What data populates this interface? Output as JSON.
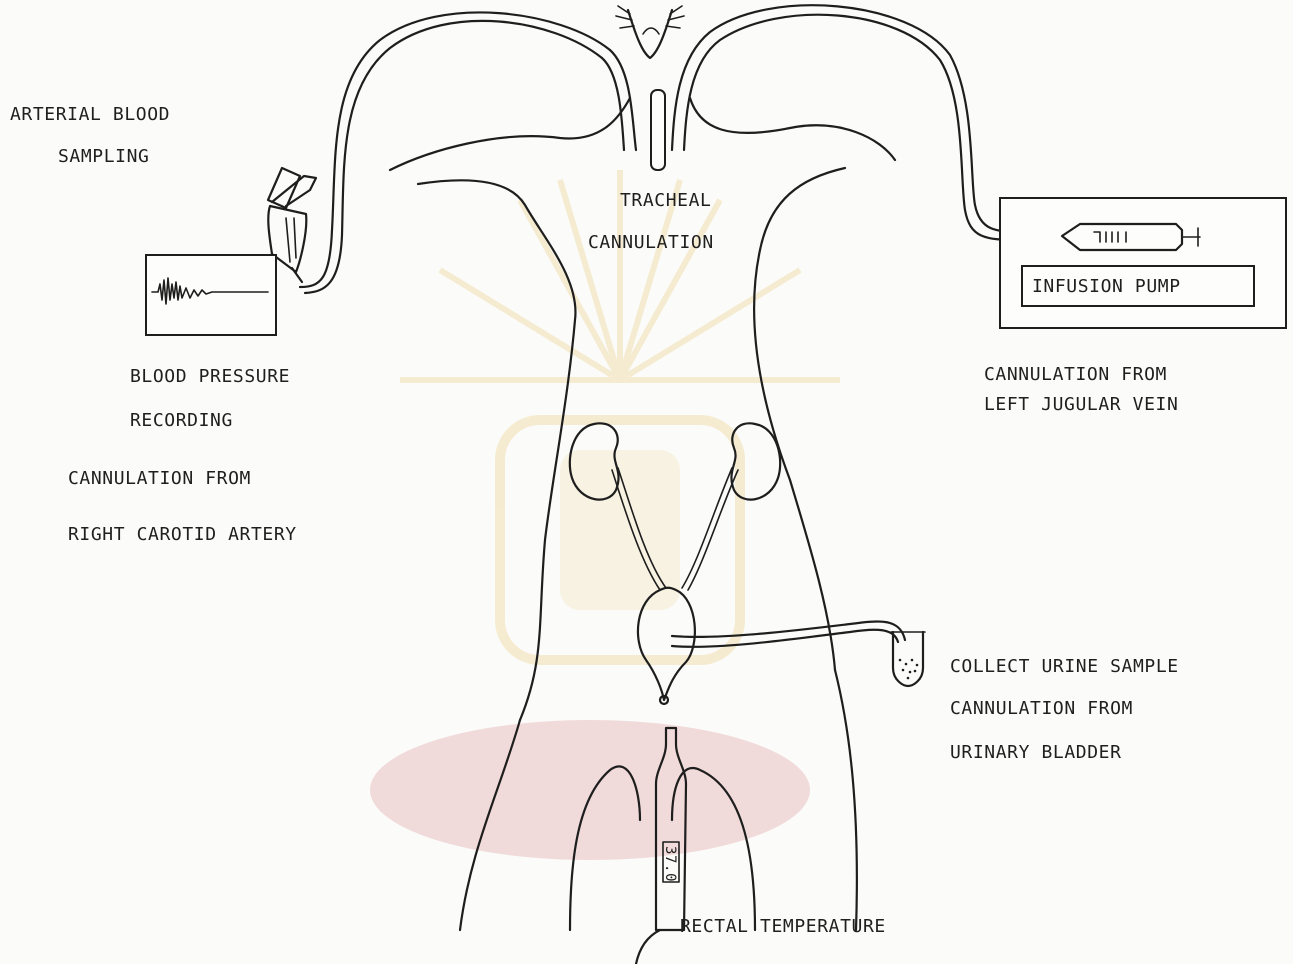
{
  "labels": {
    "arterial_blood": "ARTERIAL  BLOOD",
    "sampling": "SAMPLING",
    "tracheal": "TRACHEAL",
    "tracheal_cannulation": "CANNULATION",
    "blood_pressure": "BLOOD PRESSURE",
    "recording": "RECORDING",
    "cannulation_from_right": "CANNULATION  FROM",
    "right_carotid_artery": "RIGHT CAROTID ARTERY",
    "infusion_pump": "INFUSION PUMP",
    "cannulation_from_left": "CANNULATION  FROM",
    "left_jugular_vein": "LEFT  JUGULAR VEIN",
    "collect_urine_sample": "COLLECT URINE SAMPLE",
    "cannulation_from_bladder": "CANNULATION FROM",
    "urinary_bladder": "URINARY BLADDER",
    "rectal_temperature": "RECTAL  TEMPERATURE",
    "thermometer_reading": "37.0"
  },
  "colors": {
    "ink": "#1e1e1e",
    "paper": "#fbfbf9",
    "watermark_gold": "#e8c46a",
    "watermark_red": "#d9868c"
  }
}
